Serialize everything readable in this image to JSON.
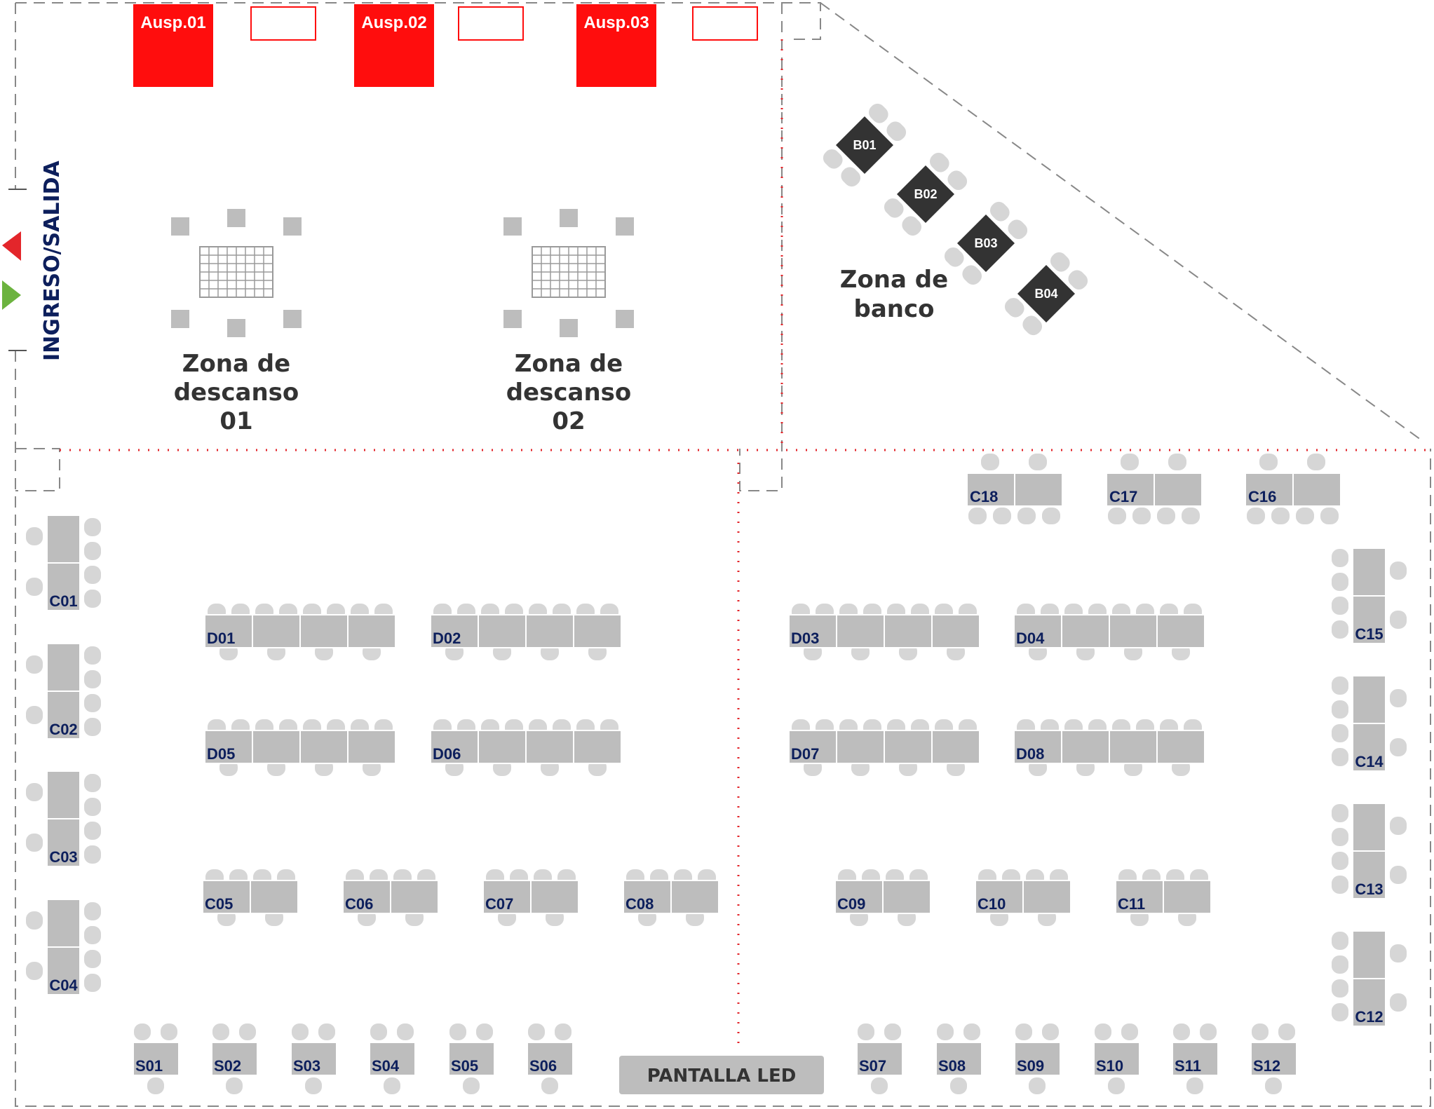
{
  "colors": {
    "table": "#bdbdbd",
    "table_stroke": "#ffffff",
    "chair": "#d6d6d6",
    "sponsor": "#ff0d0d",
    "bank_table": "#333333",
    "label": "#0d1f5c",
    "zone_text": "#333333",
    "entry_arrow_in": "#e3262b",
    "entry_arrow_out": "#6cb33f",
    "dotted_line": "#e3262b",
    "dashed_line": "#888888"
  },
  "entrance": {
    "label": "INGRESO/SALIDA",
    "icon_in": "arrow-left-icon",
    "icon_out": "arrow-right-icon"
  },
  "sponsors": [
    {
      "label": "Ausp.01",
      "filled": true
    },
    {
      "label": "",
      "filled": false
    },
    {
      "label": "Ausp.02",
      "filled": true
    },
    {
      "label": "",
      "filled": false
    },
    {
      "label": "Ausp.03",
      "filled": true
    },
    {
      "label": "",
      "filled": false
    }
  ],
  "rest_zones": [
    {
      "line1": "Zona de",
      "line2": "descanso",
      "line3": "01"
    },
    {
      "line1": "Zona de",
      "line2": "descanso",
      "line3": "02"
    }
  ],
  "bank_zone": {
    "line1": "Zona de",
    "line2": "banco",
    "tables": [
      "B01",
      "B02",
      "B03",
      "B04"
    ]
  },
  "left_column_tables": [
    "C01",
    "C02",
    "C03",
    "C04"
  ],
  "right_column_tables": [
    "C15",
    "C14",
    "C13",
    "C12"
  ],
  "top_right_tables": [
    "C18",
    "C17",
    "C16"
  ],
  "long_tables_row1": [
    "D01",
    "D02",
    "D03",
    "D04"
  ],
  "long_tables_row2": [
    "D05",
    "D06",
    "D07",
    "D08"
  ],
  "middle_tables": [
    "C05",
    "C06",
    "C07",
    "C08",
    "C09",
    "C10",
    "C11"
  ],
  "small_tables_left": [
    "S01",
    "S02",
    "S03",
    "S04",
    "S05",
    "S06"
  ],
  "small_tables_right": [
    "S07",
    "S08",
    "S09",
    "S10",
    "S11",
    "S12"
  ],
  "screen": {
    "label": "PANTALLA LED"
  }
}
